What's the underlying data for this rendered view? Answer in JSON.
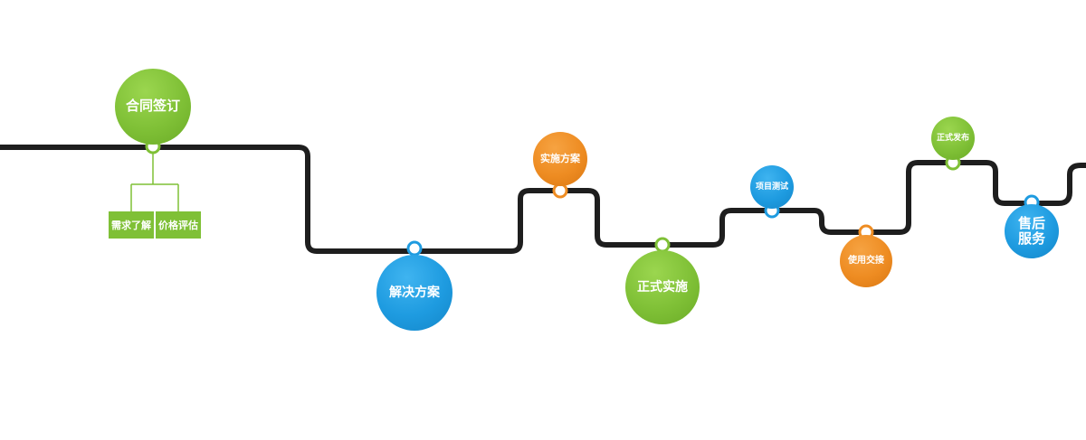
{
  "colors": {
    "green": "#7fc036",
    "blue": "#1e9be0",
    "orange": "#ee8c22",
    "line": "#1e1e1e"
  },
  "steps": [
    {
      "id": "contract",
      "label": "合同签订",
      "color": "green"
    },
    {
      "id": "solution",
      "label": "解决方案",
      "color": "blue"
    },
    {
      "id": "impl-plan",
      "label": "实施方案",
      "color": "orange"
    },
    {
      "id": "formal-impl",
      "label": "正式实施",
      "color": "green"
    },
    {
      "id": "testing",
      "label": "项目测试",
      "color": "blue"
    },
    {
      "id": "delivery",
      "label": "使用交接",
      "color": "orange"
    },
    {
      "id": "release",
      "label": "正式发布",
      "color": "green"
    },
    {
      "id": "after-sales",
      "label_line1": "售后",
      "label_line2": "服务",
      "color": "blue"
    }
  ],
  "sub_steps": [
    {
      "label": "需求了解"
    },
    {
      "label": "价格评估"
    }
  ]
}
